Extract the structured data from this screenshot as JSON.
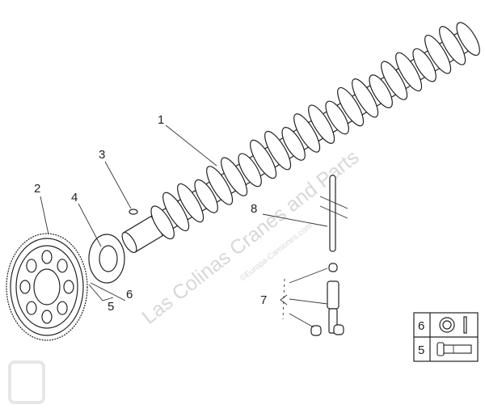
{
  "diagram": {
    "callouts": [
      {
        "id": "1",
        "part": "camshaft"
      },
      {
        "id": "2",
        "part": "gear"
      },
      {
        "id": "3",
        "part": "pin"
      },
      {
        "id": "4",
        "part": "thrust-washer"
      },
      {
        "id": "5",
        "part": "bolt"
      },
      {
        "id": "6",
        "part": "washer"
      },
      {
        "id": "7",
        "part": "tappet"
      },
      {
        "id": "8",
        "part": "pushrod"
      }
    ],
    "legend": [
      {
        "id": "6",
        "symbol": "washer-icon"
      },
      {
        "id": "5",
        "symbol": "bolt-icon"
      }
    ],
    "watermark": {
      "main": "Las Colinas Cranes and Parts",
      "sub": "©Europa-Camiones.com"
    }
  }
}
